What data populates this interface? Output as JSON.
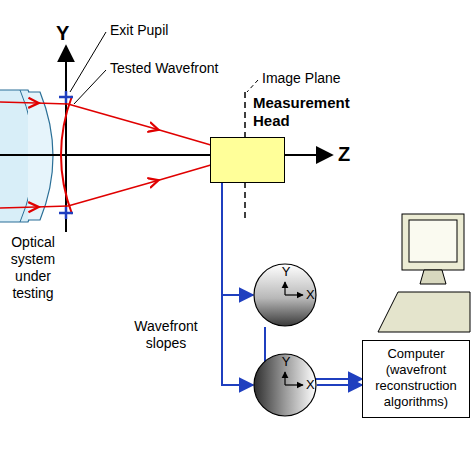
{
  "diagram": {
    "nodes": [
      {
        "text": [
          "Measurement Head"
        ]
      },
      {
        "text": [
          "Y",
          "X"
        ]
      },
      {
        "text": [
          "Y",
          "X"
        ]
      },
      {
        "text": [
          "Computer (wavefront reconstruction algorithms)"
        ]
      }
    ],
    "edges": [
      {
        "from": 0,
        "to": 1,
        "arrow": "to"
      },
      {
        "from": 0,
        "to": 2,
        "arrow": "to"
      },
      {
        "from": 1,
        "to": 3,
        "arrow": "to"
      },
      {
        "from": 2,
        "to": 3,
        "arrow": "to"
      }
    ],
    "labels": [
      "Y",
      "Exit Pupil",
      "Tested Wavefront",
      "Image Plane",
      "Z",
      "Optical system under testing",
      "Wavefront slopes"
    ]
  }
}
